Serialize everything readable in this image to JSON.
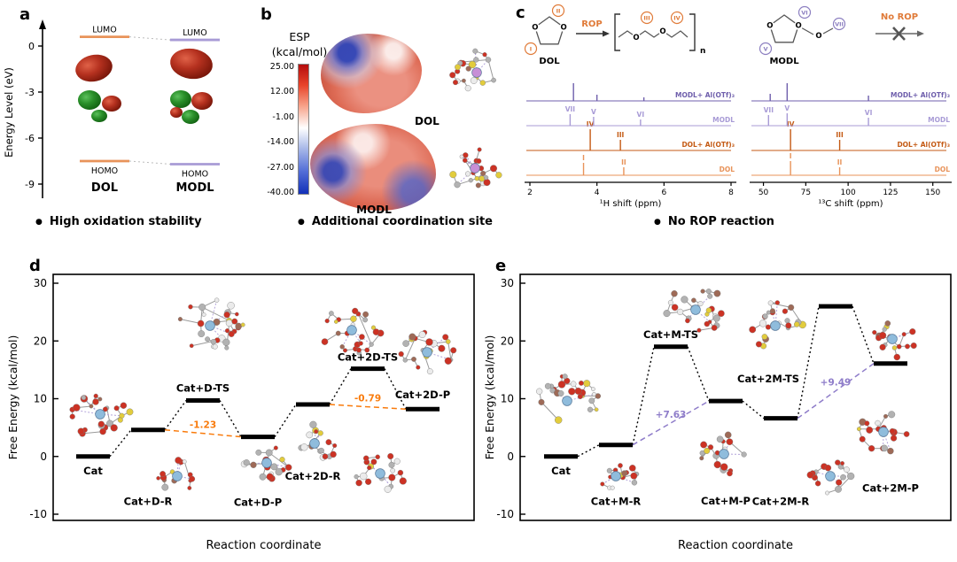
{
  "panel_a": {
    "letter": "a",
    "lumo": "LUMO",
    "homo": "HOMO",
    "bullet": "High oxidation stability"
  },
  "panel_b": {
    "letter": "b",
    "scale_title": "ESP",
    "scale_unit": "(kcal/mol)",
    "scale_ticks": [
      "25.00",
      "12.00",
      "-1.00",
      "-14.00",
      "-27.00",
      "-40.00"
    ],
    "mol1": "DOL",
    "mol2": "MODL",
    "bullet": "Additional coordination site"
  },
  "panel_c": {
    "letter": "c",
    "dol": "DOL",
    "modl": "MODL",
    "rop": "ROP",
    "no_rop": "No ROP",
    "poly_sub": "n",
    "ring_numerals_dol": [
      "I",
      "II"
    ],
    "poly_numerals": [
      "III",
      "IV"
    ],
    "ring_numerals_modl": [
      "V",
      "VI",
      "VII"
    ],
    "bullet": "No ROP reaction"
  },
  "chart_data": [
    {
      "id": "homo_lumo",
      "type": "energy-levels",
      "ylabel": "Energy Level (eV)",
      "ylim": [
        -9.8,
        1.8
      ],
      "yticks": [
        0,
        -3,
        -6,
        -9
      ],
      "series": [
        {
          "name": "DOL",
          "LUMO": 0.6,
          "HOMO": -7.5,
          "color": "#E8935A"
        },
        {
          "name": "MODL",
          "LUMO": 0.4,
          "HOMO": -7.7,
          "color": "#A89BD6"
        }
      ]
    },
    {
      "id": "nmr_1h",
      "type": "line",
      "xlabel": "¹H shift (ppm)",
      "xlim": [
        2,
        8
      ],
      "xticks": [
        2,
        4,
        6,
        8
      ],
      "traces": [
        {
          "name": "DOL",
          "color": "#E8935A",
          "peaks": [
            {
              "x": 3.6,
              "h": 14,
              "label": "I"
            },
            {
              "x": 4.8,
              "h": 9,
              "label": "II"
            }
          ]
        },
        {
          "name": "DOL+ Al(OTf)₃",
          "color": "#C45A14",
          "peaks": [
            {
              "x": 3.8,
              "h": 24,
              "label": "IV"
            },
            {
              "x": 4.7,
              "h": 12,
              "label": "III"
            }
          ]
        },
        {
          "name": "MODL",
          "color": "#A89BD6",
          "peaks": [
            {
              "x": 3.2,
              "h": 13,
              "label": "VII"
            },
            {
              "x": 3.9,
              "h": 10,
              "label": "V"
            },
            {
              "x": 5.3,
              "h": 7,
              "label": "VI"
            }
          ]
        },
        {
          "name": "MODL+ Al(OTf)₃",
          "color": "#6F5FAC",
          "peaks": [
            {
              "x": 3.3,
              "h": 20
            },
            {
              "x": 4.0,
              "h": 7
            },
            {
              "x": 5.4,
              "h": 4
            }
          ]
        }
      ]
    },
    {
      "id": "nmr_13c",
      "type": "line",
      "xlabel": "¹³C shift (ppm)",
      "xlim": [
        45,
        158
      ],
      "xticks": [
        50,
        75,
        100,
        125,
        150
      ],
      "traces": [
        {
          "name": "DOL",
          "color": "#E8935A",
          "peaks": [
            {
              "x": 66,
              "h": 16,
              "label": "I"
            },
            {
              "x": 95,
              "h": 9,
              "label": "II"
            }
          ]
        },
        {
          "name": "DOL+ Al(OTf)₃",
          "color": "#C45A14",
          "peaks": [
            {
              "x": 66,
              "h": 24,
              "label": "IV"
            },
            {
              "x": 95,
              "h": 12,
              "label": "III"
            }
          ]
        },
        {
          "name": "MODL",
          "color": "#A89BD6",
          "peaks": [
            {
              "x": 53,
              "h": 12,
              "label": "VII"
            },
            {
              "x": 64,
              "h": 14,
              "label": "V"
            },
            {
              "x": 112,
              "h": 9,
              "label": "VI"
            }
          ]
        },
        {
          "name": "MODL+ Al(OTf)₃",
          "color": "#6F5FAC",
          "peaks": [
            {
              "x": 54,
              "h": 8
            },
            {
              "x": 64,
              "h": 20
            },
            {
              "x": 112,
              "h": 6
            }
          ]
        }
      ]
    },
    {
      "id": "free_energy_dol",
      "letter": "d",
      "type": "energy-profile",
      "ylabel": "Free Energy (kcal/mol)",
      "xlabel": "Reaction coordinate",
      "ylim": [
        -10,
        30
      ],
      "yticks": [
        30,
        20,
        10,
        0,
        -10
      ],
      "annotation_color": "#F97B0C",
      "levels": [
        {
          "name": "Cat",
          "value": 0,
          "label_dy": 20
        },
        {
          "name": "Cat+D-R",
          "value": 4.6,
          "label_dy": 85
        },
        {
          "name": "Cat+D-TS",
          "value": 9.7,
          "label_dy": -10
        },
        {
          "name": "Cat+D-P",
          "value": 3.4,
          "label_dy": 78
        },
        {
          "name": "Cat+2D-R",
          "value": 9.0,
          "label_dy": 85
        },
        {
          "name": "Cat+2D-TS",
          "value": 15.2,
          "label_dy": -9
        },
        {
          "name": "Cat+2D-P",
          "value": 8.2,
          "label_dy": -12
        }
      ],
      "annotations": [
        {
          "text": "-1.23",
          "from": 1,
          "to": 3
        },
        {
          "text": "-0.79",
          "from": 4,
          "to": 6
        }
      ]
    },
    {
      "id": "free_energy_modl",
      "letter": "e",
      "type": "energy-profile",
      "ylabel": "Free Energy (kcal/mol)",
      "xlabel": "Reaction coordinate",
      "ylim": [
        -10,
        30
      ],
      "yticks": [
        30,
        20,
        10,
        0,
        -10
      ],
      "annotation_color": "#8E7CC9",
      "levels": [
        {
          "name": "Cat",
          "value": 0,
          "label_dy": 20
        },
        {
          "name": "Cat+M-R",
          "value": 2.0,
          "label_dy": 68
        },
        {
          "name": "Cat+M-TS",
          "value": 19.0,
          "label_dy": -10
        },
        {
          "name": "Cat+M-P",
          "value": 9.6,
          "label_dy": 117
        },
        {
          "name": "Cat+2M-R",
          "value": 6.6,
          "label_dy": 98
        },
        {
          "name": "Cat+2M-TS",
          "value": 26.0,
          "label_dy": 86,
          "label_dx": -76
        },
        {
          "name": "Cat+2M-P",
          "value": 16.1,
          "label_dy": 145
        }
      ],
      "annotations": [
        {
          "text": "+7.63",
          "from": 1,
          "to": 3
        },
        {
          "text": "+9.49",
          "from": 4,
          "to": 6
        }
      ]
    }
  ]
}
